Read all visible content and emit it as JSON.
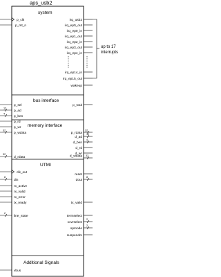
{
  "block_title": "aps_usb2",
  "sections": {
    "system": {
      "title": "system",
      "left_pins": [
        {
          "label": "p_clk",
          "clock": true
        },
        {
          "label": "p_rst_n",
          "clock": false
        }
      ],
      "right_pins": [
        "irq_usb2",
        "irq_ep0_out",
        "irq_ep0_in",
        "irq_ep1_out",
        "irq_ep2_in",
        "irq_ep3_out",
        "irq_ep4_in",
        "irq_ep14_in",
        "irq_ep15_out",
        "wakeup"
      ],
      "annotation": "up to 17\ninterrupts"
    },
    "bus": {
      "title": "bus interface",
      "left_pins": [
        "p_sel",
        "p_ad",
        "p_ben",
        "p_rd",
        "p_wr",
        "p_wdata"
      ],
      "right_pins": [
        "p_wait",
        "p_rdata"
      ],
      "bus_widths": {
        "p_ad": "12",
        "p_ben": "4",
        "p_wdata": "32",
        "p_rdata": "32"
      }
    },
    "memory": {
      "title": "memory interface",
      "left_pins": [
        "d_rdata"
      ],
      "right_pins": [
        "d_ad",
        "d_ben",
        "d_rd",
        "d_wr",
        "d_wdata"
      ],
      "bus_widths": {
        "d_rdata": "32",
        "d_ad": "12",
        "d_ben": "4",
        "d_wdata": "32"
      }
    },
    "utmi": {
      "title": "UTMI",
      "left_pins": [
        {
          "label": "clk_out",
          "clock": true
        },
        {
          "label": "din"
        },
        {
          "label": "rx_active"
        },
        {
          "label": "rx_valid"
        },
        {
          "label": "rx_error"
        },
        {
          "label": "tx_ready"
        },
        {
          "label": "line_state"
        }
      ],
      "right_pins": [
        "reset",
        "dout",
        "tx_valid",
        "termselect",
        "xcvrselect",
        "opmode",
        "suspendm"
      ],
      "bus_widths": {
        "din": "8",
        "dout": "8",
        "line_state": "2",
        "xcvrselect": "2",
        "opmode": "2"
      }
    },
    "additional": {
      "title": "Additional Signals",
      "left_pins": [
        "vbus"
      ]
    }
  }
}
